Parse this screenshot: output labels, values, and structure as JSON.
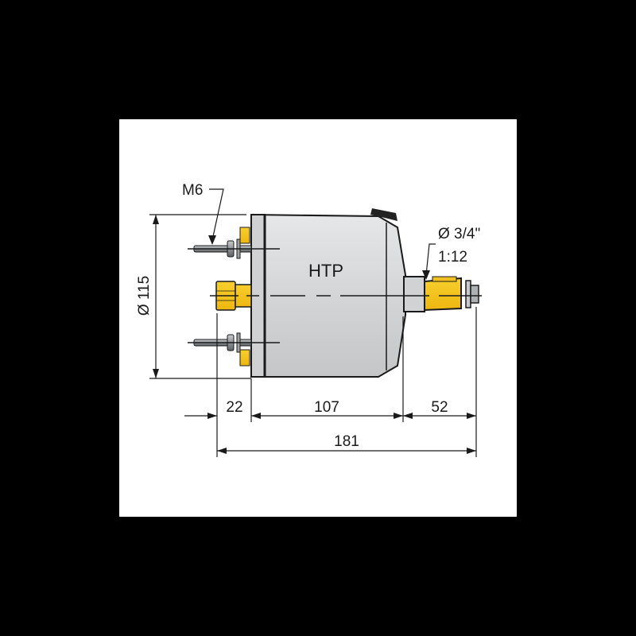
{
  "product_label": "HTP",
  "dimensions": {
    "diameter_body": "Ø 115",
    "thread": "M6",
    "shaft_diameter": "Ø 3/4\"",
    "taper": "1:12",
    "flange_depth": "22",
    "body_length": "107",
    "shaft_length": "52",
    "total_length": "181"
  },
  "colors": {
    "background": "#000000",
    "panel": "#ffffff",
    "body": "#d9dbdc",
    "brass": "#f5c11a",
    "line": "#1a1a1a"
  }
}
